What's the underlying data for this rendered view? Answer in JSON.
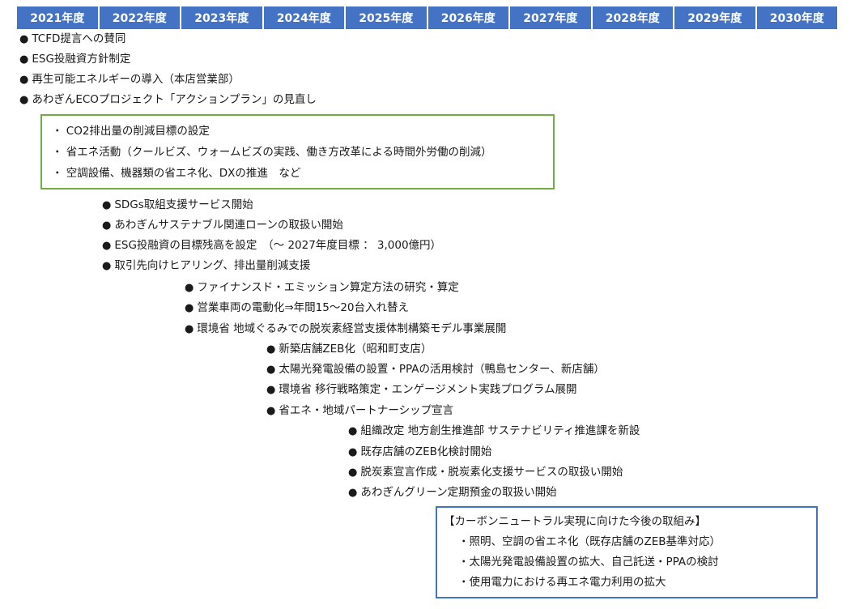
{
  "timeline": {
    "years": [
      "2021年度",
      "2022年度",
      "2023年度",
      "2024年度",
      "2025年度",
      "2026年度",
      "2027年度",
      "2028年度",
      "2029年度",
      "2030年度"
    ]
  },
  "bullet_glyph": "●",
  "tiers": [
    {
      "items": [
        "TCFD提言への賛同",
        "ESG投融資方針制定",
        "再生可能エネルギーの導入（本店営業部）",
        "あわぎんECOプロジェクト「アクションプラン」の見直し"
      ]
    },
    {
      "items": [
        "SDGs取組支援サービス開始",
        "あわぎんサステナブル関連ローンの取扱い開始",
        "ESG投融資の目標残高を設定　（～ 2027年度目標 ： 3,000億円）",
        "取引先向けヒアリング、排出量削減支援"
      ]
    },
    {
      "items": [
        "ファイナンスド・エミッション算定方法の研究・算定",
        "営業車両の電動化⇒年間15～20台入れ替え",
        "環境省 地域ぐるみでの脱炭素経営支援体制構築モデル事業展開"
      ]
    },
    {
      "items": [
        "新築店舗ZEB化（昭和町支店）",
        "太陽光発電設備の設置・PPAの活用検討（鴨島センター、新店舗）",
        "環境省 移行戦略策定・エンゲージメント実践プログラム展開",
        "省エネ・地域パートナーシップ宣言"
      ]
    },
    {
      "items": [
        "組織改定 地方創生推進部 サステナビリティ推進課を新設",
        "既存店舗のZEB化検討開始",
        "脱炭素宣言作成・脱炭素化支援サービスの取扱い開始",
        "あわぎんグリーン定期預金の取扱い開始"
      ]
    }
  ],
  "green_box": {
    "lines": [
      "・ CO2排出量の削減目標の設定",
      "・ 省エネ活動（クールビズ、ウォームビズの実践、働き方改革による時間外労働の削減）",
      "・ 空調設備、機器類の省エネ化、DXの推進　など"
    ]
  },
  "future_box": {
    "title": "【カーボンニュートラル実現に向けた今後の取組み】",
    "lines": [
      "・照明、空調の省エネ化（既存店舗のZEB基準対応）",
      "・太陽光発電設備設置の拡大、自己託送・PPAの検討",
      "・使用電力における再エネ電力利用の拡大"
    ]
  }
}
